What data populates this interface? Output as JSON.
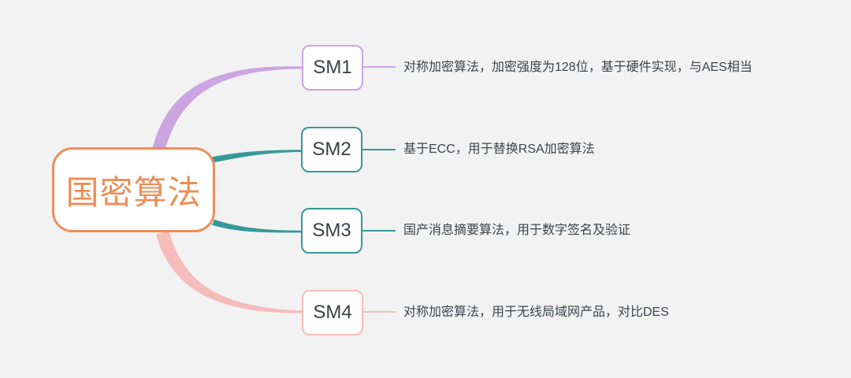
{
  "page": {
    "background_color": "#F2F2F2",
    "node_fill_color": "#FFFFFF",
    "node_label_text_color": "#3A3F44",
    "description_text_color": "#3F444A"
  },
  "mindmap": {
    "root": {
      "label": "国密算法",
      "color": "#EC8E58"
    },
    "branches": [
      {
        "label": "SM1",
        "color": "#CBA5E2",
        "description": "对称加密算法，加密强度为128位，基于硬件实现，与AES相当"
      },
      {
        "label": "SM2",
        "color": "#35999B",
        "description": "基于ECC，用于替换RSA加密算法"
      },
      {
        "label": "SM3",
        "color": "#35999B",
        "description": "国产消息摘要算法，用于数字签名及验证"
      },
      {
        "label": "SM4",
        "color": "#F5BCBA",
        "description": "对称加密算法，用于无线局域网产品，对比DES"
      }
    ]
  }
}
